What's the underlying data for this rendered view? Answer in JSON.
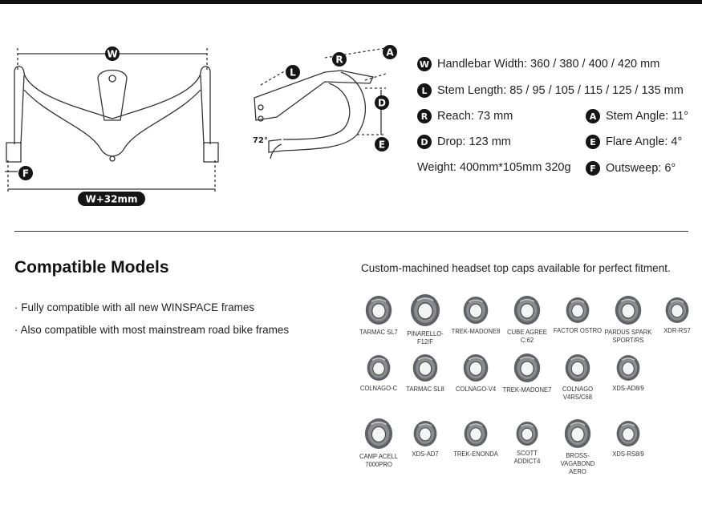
{
  "diagram": {
    "front": {
      "width_badge": "W",
      "flare_badge": "F",
      "bottom_label": "W+32mm"
    },
    "side": {
      "reach_badge": "R",
      "stem_badge": "L",
      "angle_badge": "A",
      "drop_badge": "D",
      "flare_badge": "E",
      "angle_text": "72°"
    }
  },
  "specs": [
    {
      "badge": "W",
      "text": "Handlebar Width: 360 / 380 / 400 / 420 mm"
    },
    {
      "badge": "L",
      "text": "Stem Length: 85 / 95 / 105 / 115 / 125 / 135 mm"
    },
    {
      "badge": "R",
      "text": "Reach: 73 mm"
    },
    {
      "badge": "A",
      "text": "Stem Angle: 11°"
    },
    {
      "badge": "D",
      "text": "Drop: 123 mm"
    },
    {
      "badge": "E",
      "text": "Flare Angle: 4°"
    },
    {
      "badge": "",
      "text": "Weight: 400mm*105mm 320g"
    },
    {
      "badge": "F",
      "text": "Outsweep: 6°"
    }
  ],
  "compatible": {
    "title": "Compatible Models",
    "bullets": [
      "· Fully compatible with all new WINSPACE frames",
      "· Also compatible with most mainstream road bike frames"
    ]
  },
  "caps": {
    "intro": "Custom-machined headset top caps available for perfect fitment.",
    "items": [
      "TARMAC SL7",
      "PINARELLO-F12/F",
      "TREK-MADONE8",
      "CUBE AGREE C:62",
      "FACTOR OSTRO",
      "PARDUS SPARK\nSPORT/RS",
      "XDR-RS7",
      "COLNAGO-C",
      "TARMAC SL8",
      "COLNAGO-V4",
      "TREK-MADONE7",
      "COLNAGO\nV4RS/C68",
      "XDS-AD8/9",
      "CAMP ACELL\n7000PRO",
      "XDS-AD7",
      "TREK-ENONDA",
      "SCOTT\nADDICT4",
      "BROSS-VAGABOND\nAERO",
      "XDS-RS8/9"
    ]
  }
}
